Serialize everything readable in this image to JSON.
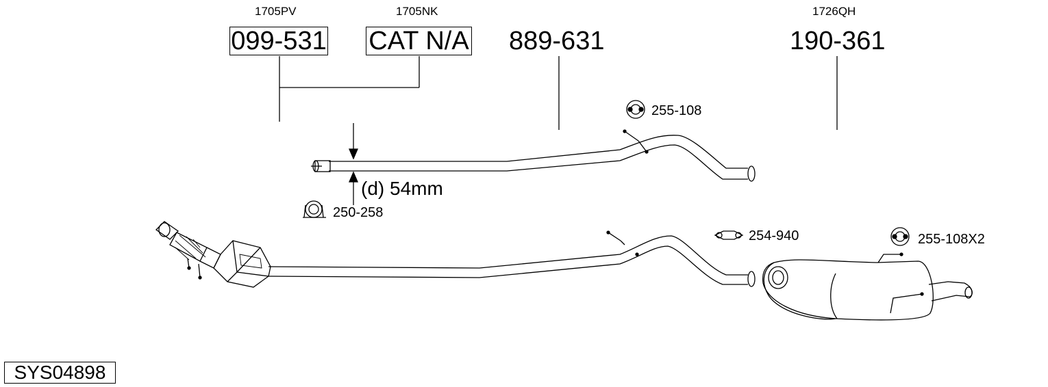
{
  "parts": {
    "front_pipe": {
      "number": "099-531",
      "oe_code": "1705PV"
    },
    "catalyst": {
      "number": "CAT N/A",
      "oe_code": "1705NK"
    },
    "centre_pipe": {
      "number": "889-631"
    },
    "rear_silencer": {
      "number": "190-361",
      "oe_code": "1726QH"
    }
  },
  "accessories": {
    "rubber_mount_1": "255-108",
    "clamp_1": "250-258",
    "clamp_2": "254-940",
    "rubber_mount_2": "255-108X2"
  },
  "dimension": {
    "prefix": "(d)",
    "value": "54",
    "unit": "mm"
  },
  "system_code": "SYS04898"
}
